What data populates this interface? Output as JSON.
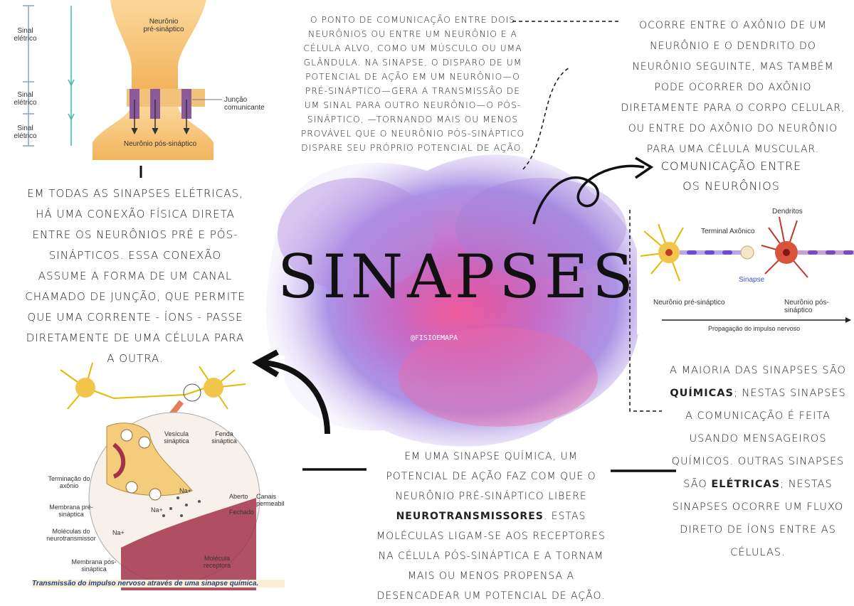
{
  "title": "SINAPSES",
  "handle": "@FISIOEMAPA",
  "definition_text": "O ponto de comunicação entre dois neurônios ou entre um neurônio e a célula alvo, como um músculo ou uma glândula. Na sinapse, o disparo de um potencial de ação em um neurônio—o pré-sináptico—gera a transmissão de um sinal para outro neurônio—o pós-sináptico, —tornando mais ou menos provável que o neurônio pós-sináptico dispare seu próprio potencial de ação.",
  "occurrence_text": "Ocorre entre o axônio de um neurônio e o dendrito do neurônio seguinte, mas também pode ocorrer do axônio diretamente para o corpo celular, ou entre do axônio do neurônio para uma célula muscular.",
  "communication_label": "Comunicação entre os neurônios",
  "electrical_text": "Em todas as sinapses elétricas, há uma conexão física direta entre os neurônios pré e pós-sinápticos. Essa conexão assume a forma de um canal chamado de junção, que permite que uma corrente - íons - passe diretamente de uma célula para a outra.",
  "majority_text": {
    "part1": "A maioria das sinapses são ",
    "bold1": "químicas",
    "part2": "; nestas sinapses a comunicação é feita usando mensageiros químicos. Outras sinapses são ",
    "bold2": "elétricas",
    "part3": "; nestas sinapses ocorre um fluxo direto de íons entre as células."
  },
  "chemical_text": {
    "part1": "Em uma sinapse química, um potencial de ação faz com que o neurônio pré-sináptico libere ",
    "bold": "neurotransmissores",
    "part2": ". Estas moléculas ligam-se aos receptores na célula pós-sináptica e a tornam mais ou menos propensa a desencadear um potencial de ação."
  },
  "fig_electrical": {
    "pre_label": "Neurônio pré-sináptico",
    "post_label": "Neurônio pós-sináptico",
    "junction_label": "Junção comunicante",
    "signal_labels": [
      "Sinal elétrico",
      "Sinal elétrico",
      "Sinal elétrico"
    ]
  },
  "fig_propagation": {
    "dendrites": "Dendritos",
    "terminal": "Terminal Axônico",
    "synapse": "Sinapse",
    "pre": "Neurônio pré-sináptico",
    "post": "Neurônio pós-sináptico",
    "caption": "Propagação do impulso nervoso"
  },
  "fig_chemical": {
    "vesicle": "Vesícula sináptica",
    "cleft": "Fenda sináptica",
    "terminal": "Terminação do axônio",
    "pre_membrane": "Membrana pré-sináptica",
    "molecules": "Moléculas do neurotransmissor",
    "post_membrane": "Membrana pós-sináptica",
    "receptor": "Molécula receptora",
    "open": "Aberto",
    "closed": "Fechado",
    "channels": "Canais permeabil",
    "na": "Na+",
    "caption": "Transmissão do impulso nervoso através de uma sinapse química."
  },
  "colors": {
    "splash_purple": "#9b59d0",
    "splash_pink": "#e0468c",
    "neuron_orange": "#f5c77a",
    "axon_red": "#c0392b"
  }
}
